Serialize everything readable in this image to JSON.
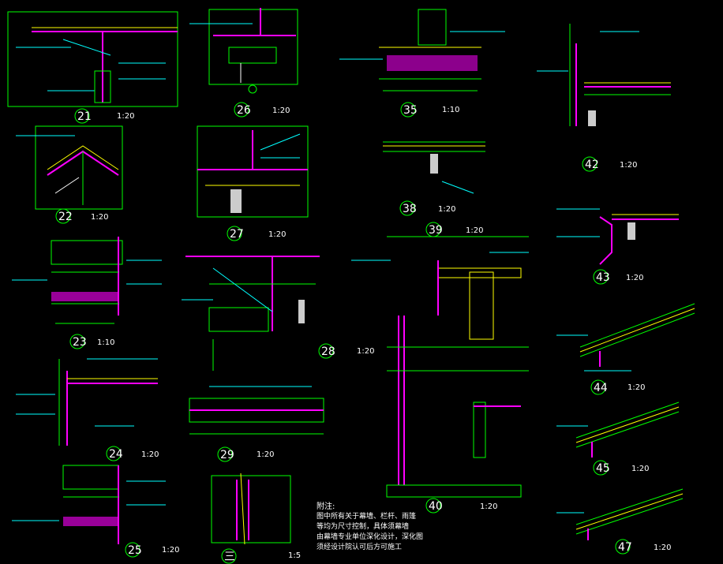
{
  "details": [
    {
      "num": "21",
      "scale": "1:20"
    },
    {
      "num": "22",
      "scale": "1:20"
    },
    {
      "num": "23",
      "scale": "1:10"
    },
    {
      "num": "24",
      "scale": "1:20"
    },
    {
      "num": "25",
      "scale": "1:20"
    },
    {
      "num": "26",
      "scale": "1:20"
    },
    {
      "num": "27",
      "scale": "1:20"
    },
    {
      "num": "28",
      "scale": "1:20"
    },
    {
      "num": "29",
      "scale": "1:20"
    },
    {
      "num": "35",
      "scale": "1:10"
    },
    {
      "num": "38",
      "scale": "1:20"
    },
    {
      "num": "39",
      "scale": "1:20"
    },
    {
      "num": "40",
      "scale": "1:20"
    },
    {
      "num": "42",
      "scale": "1:20"
    },
    {
      "num": "43",
      "scale": "1:20"
    },
    {
      "num": "44",
      "scale": "1:20"
    },
    {
      "num": "45",
      "scale": "1:20"
    },
    {
      "num": "47",
      "scale": "1:20"
    },
    {
      "num": "三",
      "scale": "1:5"
    }
  ],
  "notes": {
    "title": "附注:",
    "lines": [
      "图中所有关于幕墙、栏杆、雨篷",
      "等均为尺寸控制，具体须幕墙",
      "由幕墙专业单位深化设计，深化图",
      "须经设计院认可后方可施工"
    ]
  },
  "colors": {
    "background": "#000000",
    "structure": "#00ff00",
    "annotation": "#00ffff",
    "highlight": "#ff00ff",
    "accent": "#ffff00",
    "text": "#ffffff"
  }
}
